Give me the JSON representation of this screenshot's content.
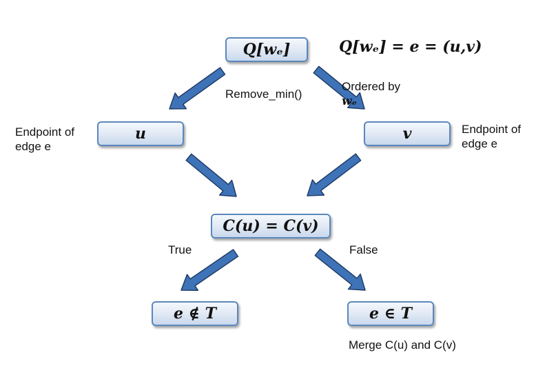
{
  "nodes": {
    "queue": "Q[wₑ]",
    "u": "u",
    "v": "v",
    "condition": "C(u) = C(v)",
    "not_in_tree": "e ∉ T",
    "in_tree": "e ∈ T"
  },
  "labels": {
    "equation": "Q[wₑ] = e = (u,v)",
    "ordered_by": "Ordered by",
    "ordered_by_var": "wₑ",
    "remove_min": "Remove_min()",
    "endpoint_left": "Endpoint of\nedge e",
    "endpoint_right": "Endpoint of\nedge e",
    "true_branch": "True",
    "false_branch": "False",
    "merge": "Merge C(u) and C(v)"
  },
  "colors": {
    "arrow_fill": "#3f73b8",
    "arrow_stroke": "#1f3d66",
    "node_border": "#5b87bd"
  }
}
